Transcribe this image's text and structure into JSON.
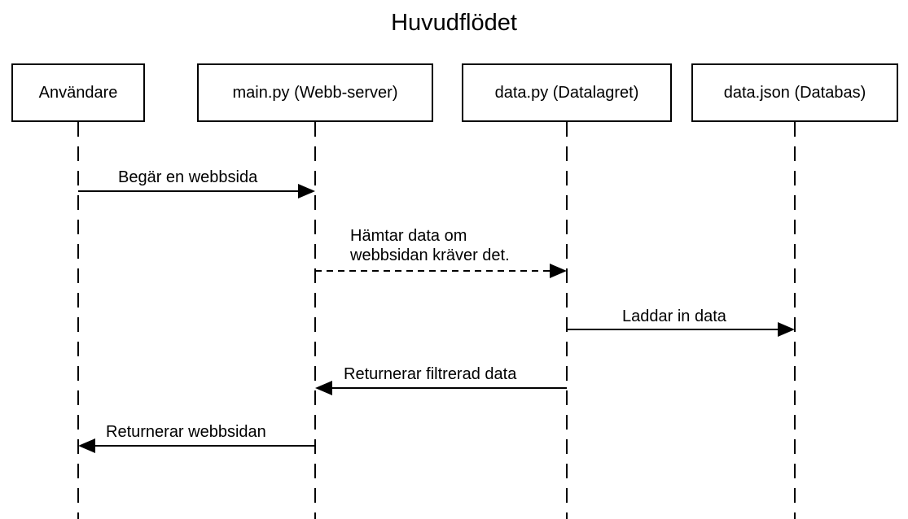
{
  "title": "Huvudflödet",
  "participants": [
    "Användare",
    "main.py (Webb-server)",
    "data.py (Datalagret)",
    "data.json (Databas)"
  ],
  "messages": [
    {
      "from": "Användare",
      "to": "main.py (Webb-server)",
      "label": "Begär en webbsida",
      "line": "solid"
    },
    {
      "from": "main.py (Webb-server)",
      "to": "data.py (Datalagret)",
      "label": "Hämtar data om\nwebbsidan kräver det.",
      "line": "dashed"
    },
    {
      "from": "data.py (Datalagret)",
      "to": "data.json (Databas)",
      "label": "Laddar in data",
      "line": "solid"
    },
    {
      "from": "data.py (Datalagret)",
      "to": "main.py (Webb-server)",
      "label": "Returnerar filtrerad data",
      "line": "solid"
    },
    {
      "from": "main.py (Webb-server)",
      "to": "Användare",
      "label": "Returnerar webbsidan",
      "line": "solid"
    }
  ]
}
